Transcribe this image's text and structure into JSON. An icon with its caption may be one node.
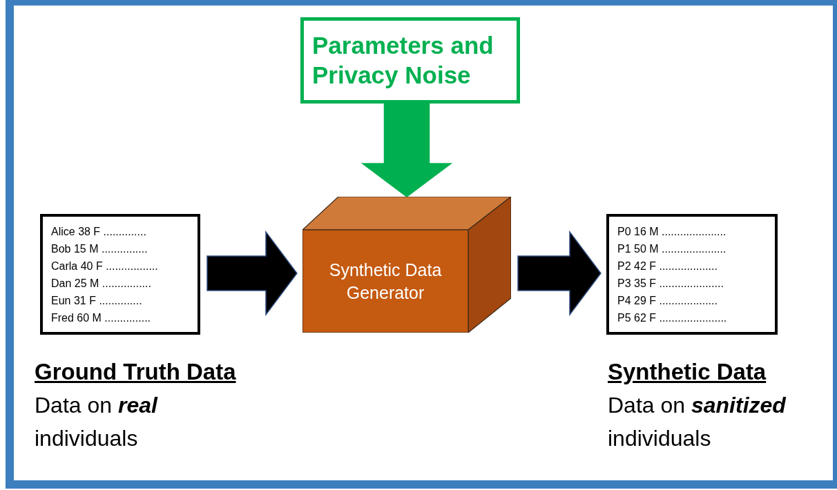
{
  "diagram": {
    "nodes": [
      {
        "text": [
          "Parameters and Privacy Noise"
        ]
      },
      {
        "text": [
          "Alice 38 F ..............",
          "Bob 15 M ...............",
          "Carla 40 F .................",
          "Dan 25 M ................",
          "Eun 31 F ..............",
          "Fred 60 M ..............."
        ],
        "beside": [
          "Ground Truth Data",
          "Data on *real* individuals"
        ]
      },
      {
        "text": [
          "Synthetic Data Generator"
        ]
      },
      {
        "text": [
          "P0 16 M .....................",
          "P1 50 M .....................",
          "P2 42 F ...................",
          "P3 35 F .....................",
          "P4 29 F ...................",
          "P5 62 F ......................"
        ],
        "beside": [
          "Synthetic Data",
          "Data on *sanitized* individuals"
        ]
      }
    ],
    "edges": [
      {
        "from": 0,
        "to": 2,
        "arrow": "to",
        "color": "#00b050"
      },
      {
        "from": 1,
        "to": 2,
        "arrow": "to"
      },
      {
        "from": 2,
        "to": 3,
        "arrow": "to"
      }
    ]
  }
}
